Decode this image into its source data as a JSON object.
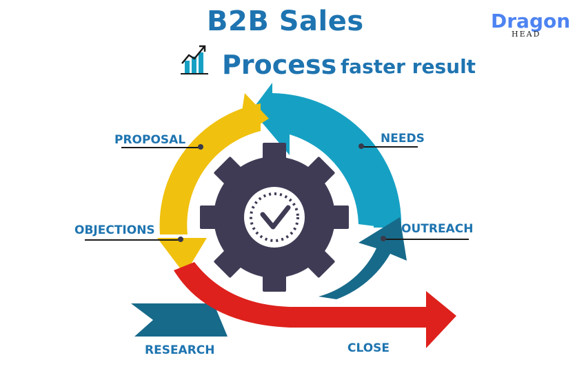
{
  "header": {
    "title_line1": "B2B Sales",
    "title_line2": "Process",
    "title_line3": "faster result"
  },
  "brand": {
    "name": "Dragon",
    "sub": "HEAD"
  },
  "stages": {
    "proposal": "PROPOSAL",
    "needs": "NEEDS",
    "objections": "OBJECTIONS",
    "outreach": "OUTREACH",
    "research": "RESEARCH",
    "close": "CLOSE"
  },
  "icons": {
    "chart": "bar-chart-icon",
    "gear": "gear-check-icon"
  },
  "colors": {
    "blue_text": "#1e74b0",
    "cyan_arrow": "#16a1c4",
    "yellow_arrow": "#f0c10e",
    "red_arrow": "#de211c",
    "navy_arrow": "#176a8a",
    "gear": "#403b55"
  }
}
